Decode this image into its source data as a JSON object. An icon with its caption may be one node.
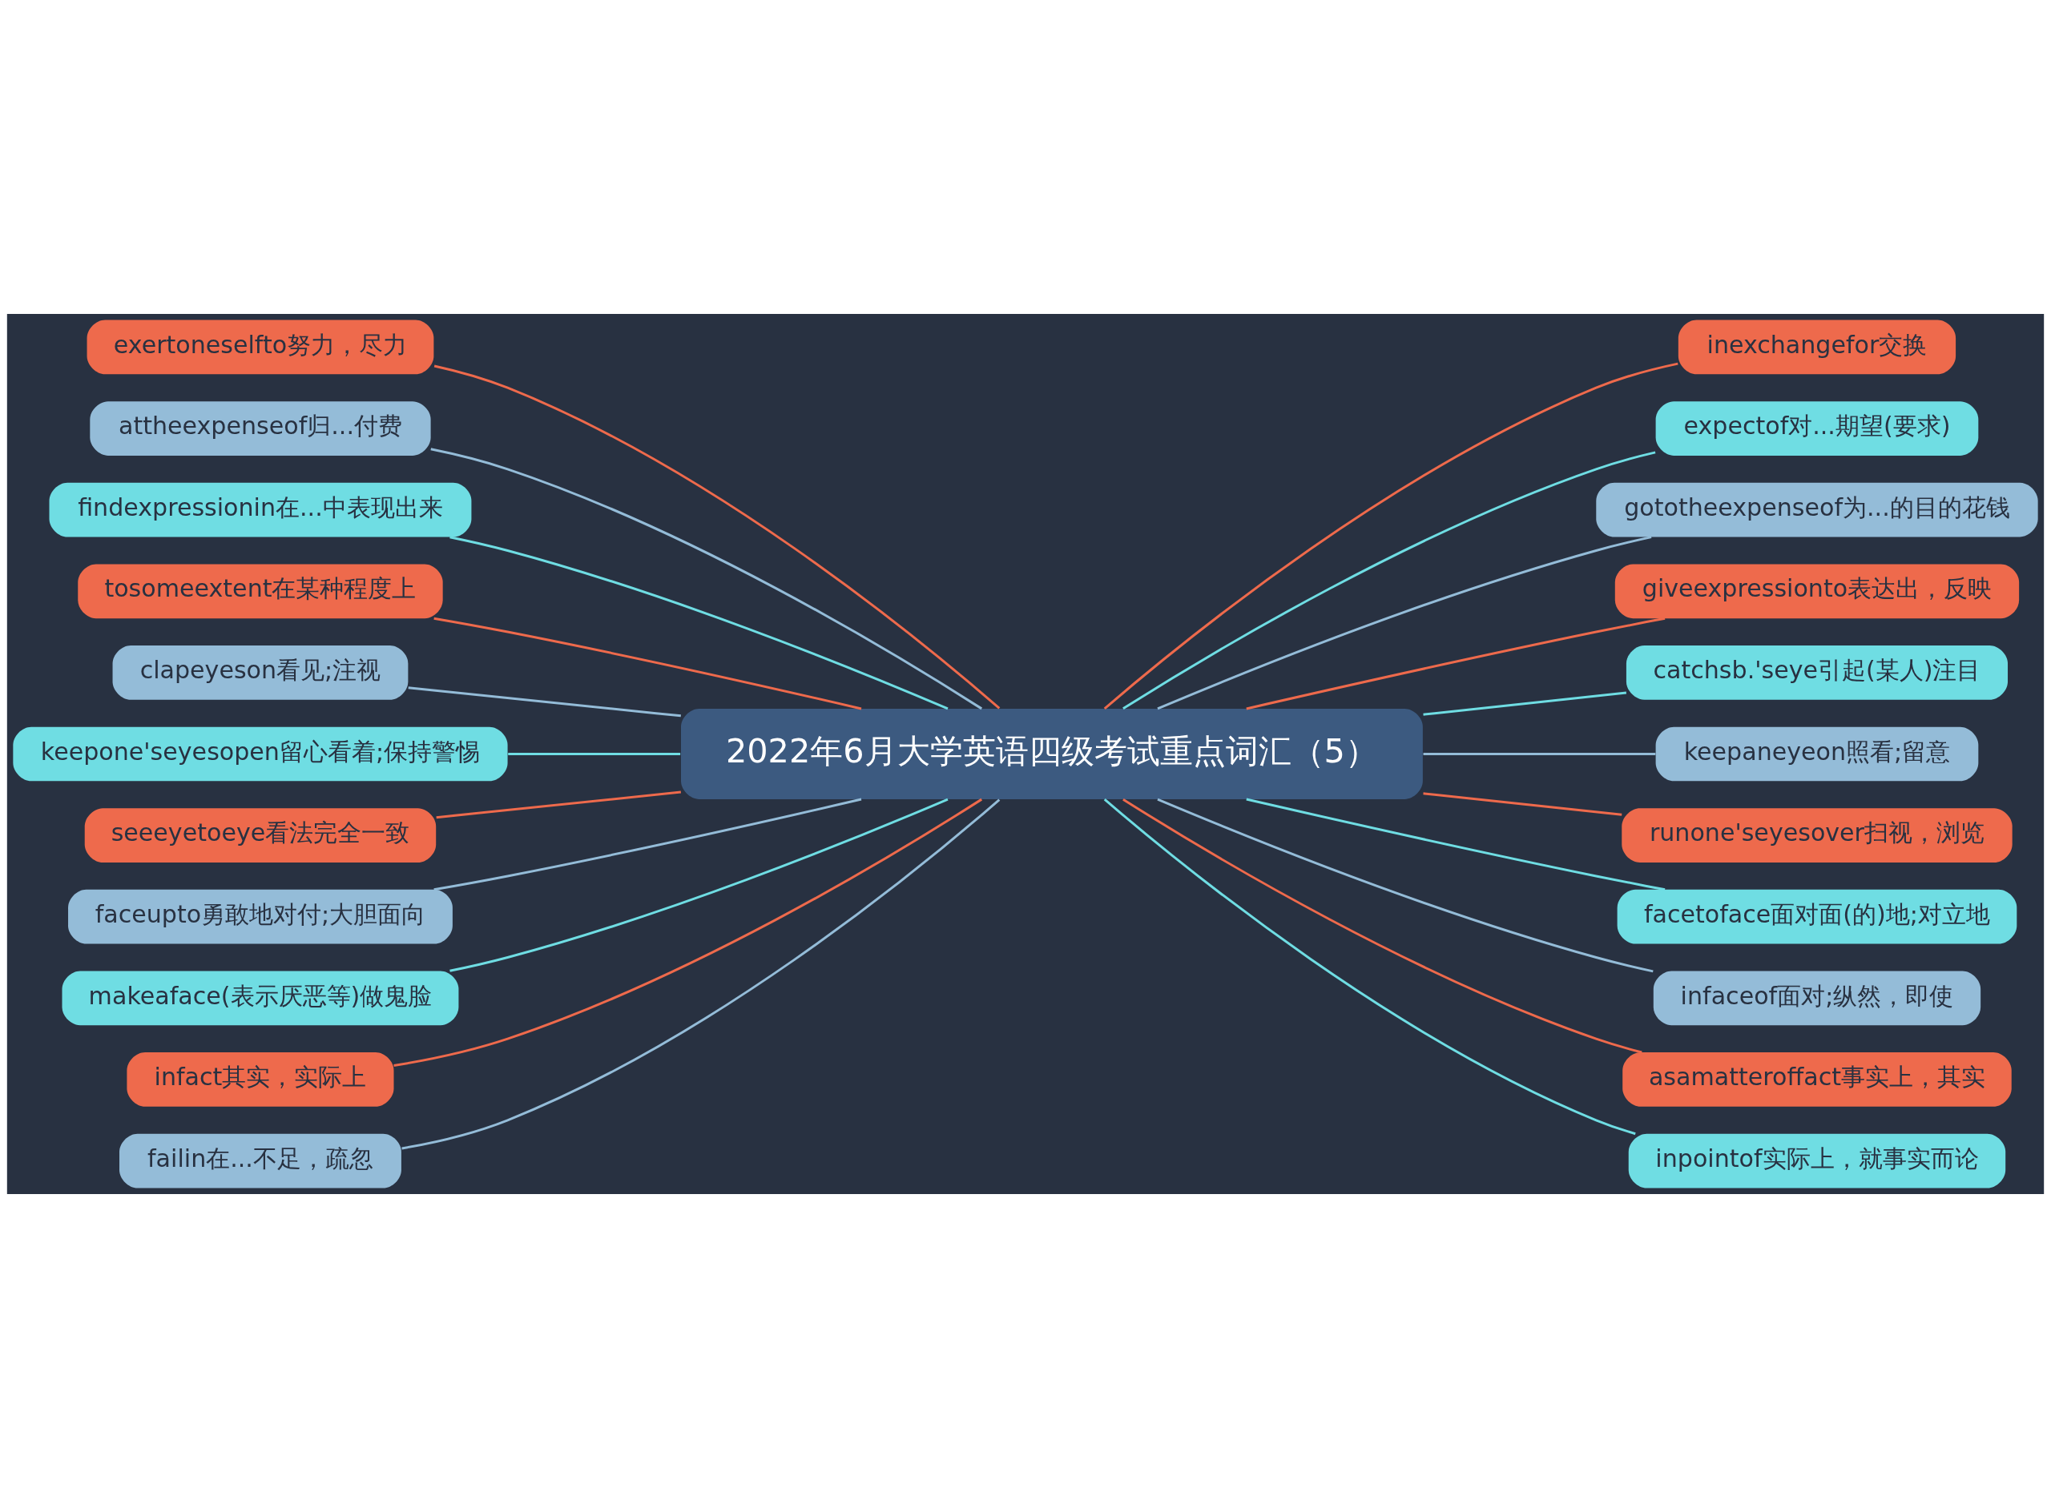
{
  "diagram": {
    "nodes": [
      {
        "text": [
          "2022年6月大学英语四级考试重点词汇（5）"
        ]
      },
      {
        "text": [
          "exertoneselfto努力，尽力"
        ]
      },
      {
        "text": [
          "attheexpenseof归...付费"
        ]
      },
      {
        "text": [
          "findexpressionin在...中表现出来"
        ]
      },
      {
        "text": [
          "tosomeextent在某种程度上"
        ]
      },
      {
        "text": [
          "clapeyeson看见;注视"
        ]
      },
      {
        "text": [
          "keepone'seyesopen留心看着;保持警惕"
        ]
      },
      {
        "text": [
          "seeeyetoeye看法完全一致"
        ]
      },
      {
        "text": [
          "faceupto勇敢地对付;大胆面向"
        ]
      },
      {
        "text": [
          "makeaface(表示厌恶等)做鬼脸"
        ]
      },
      {
        "text": [
          "infact其实，实际上"
        ]
      },
      {
        "text": [
          "failin在...不足，疏忽"
        ]
      },
      {
        "text": [
          "inexchangefor交换"
        ]
      },
      {
        "text": [
          "expectof对...期望(要求)"
        ]
      },
      {
        "text": [
          "gototheexpenseof为...的目的花钱"
        ]
      },
      {
        "text": [
          "giveexpressionto表达出，反映"
        ]
      },
      {
        "text": [
          "catchsb.'seye引起(某人)注目"
        ]
      },
      {
        "text": [
          "keepaneyeon照看;留意"
        ]
      },
      {
        "text": [
          "runone'seyesover扫视，浏览"
        ]
      },
      {
        "text": [
          "facetoface面对面(的)地;对立地"
        ]
      },
      {
        "text": [
          "infaceof面对;纵然，即使"
        ]
      },
      {
        "text": [
          "asamatteroffact事实上，其实"
        ]
      },
      {
        "text": [
          "inpointof实际上，就事实而论"
        ]
      }
    ],
    "edges": [
      {
        "from": 0,
        "to": 1,
        "arrow": "none",
        "color": "#ee6a4c"
      },
      {
        "from": 0,
        "to": 2,
        "arrow": "none",
        "color": "#94bcd8"
      },
      {
        "from": 0,
        "to": 3,
        "arrow": "none",
        "color": "#6fdde3"
      },
      {
        "from": 0,
        "to": 4,
        "arrow": "none",
        "color": "#ee6a4c"
      },
      {
        "from": 0,
        "to": 5,
        "arrow": "none",
        "color": "#94bcd8"
      },
      {
        "from": 0,
        "to": 6,
        "arrow": "none",
        "color": "#6fdde3"
      },
      {
        "from": 0,
        "to": 7,
        "arrow": "none",
        "color": "#ee6a4c"
      },
      {
        "from": 0,
        "to": 8,
        "arrow": "none",
        "color": "#94bcd8"
      },
      {
        "from": 0,
        "to": 9,
        "arrow": "none",
        "color": "#6fdde3"
      },
      {
        "from": 0,
        "to": 10,
        "arrow": "none",
        "color": "#ee6a4c"
      },
      {
        "from": 0,
        "to": 11,
        "arrow": "none",
        "color": "#94bcd8"
      },
      {
        "from": 0,
        "to": 12,
        "arrow": "none",
        "color": "#ee6a4c"
      },
      {
        "from": 0,
        "to": 13,
        "arrow": "none",
        "color": "#6fdde3"
      },
      {
        "from": 0,
        "to": 14,
        "arrow": "none",
        "color": "#94bcd8"
      },
      {
        "from": 0,
        "to": 15,
        "arrow": "none",
        "color": "#ee6a4c"
      },
      {
        "from": 0,
        "to": 16,
        "arrow": "none",
        "color": "#6fdde3"
      },
      {
        "from": 0,
        "to": 17,
        "arrow": "none",
        "color": "#94bcd8"
      },
      {
        "from": 0,
        "to": 18,
        "arrow": "none",
        "color": "#ee6a4c"
      },
      {
        "from": 0,
        "to": 19,
        "arrow": "none",
        "color": "#6fdde3"
      },
      {
        "from": 0,
        "to": 20,
        "arrow": "none",
        "color": "#94bcd8"
      },
      {
        "from": 0,
        "to": 21,
        "arrow": "none",
        "color": "#ee6a4c"
      },
      {
        "from": 0,
        "to": 22,
        "arrow": "none",
        "color": "#6fdde3"
      }
    ]
  }
}
